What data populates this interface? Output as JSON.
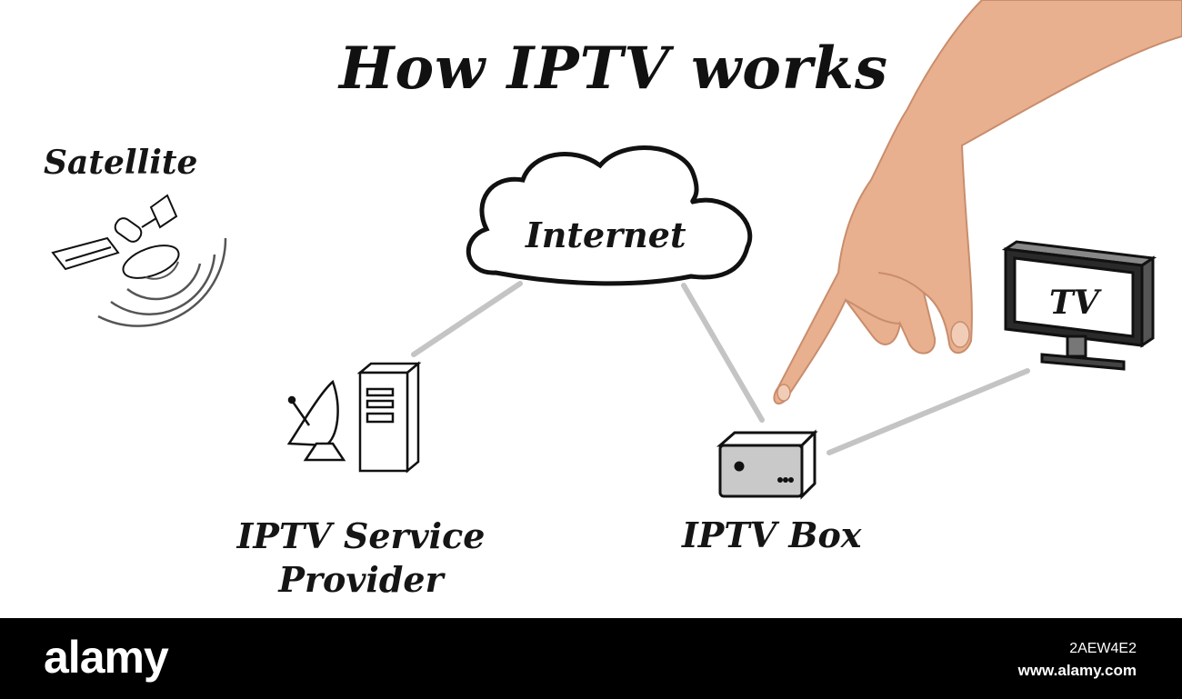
{
  "title": "How IPTV works",
  "nodes": {
    "satellite": "Satellite",
    "internet": "Internet",
    "tv": "TV",
    "service_provider": "IPTV Service Provider",
    "iptv_box": "IPTV Box"
  },
  "watermark": {
    "brand": "alamy",
    "image_id": "2AEW4E2",
    "site": "www.alamy.com"
  },
  "colors": {
    "connector": "#c4c4c4",
    "outline": "#111111",
    "device_fill": "#c9c9c9",
    "footer": "#000000"
  }
}
